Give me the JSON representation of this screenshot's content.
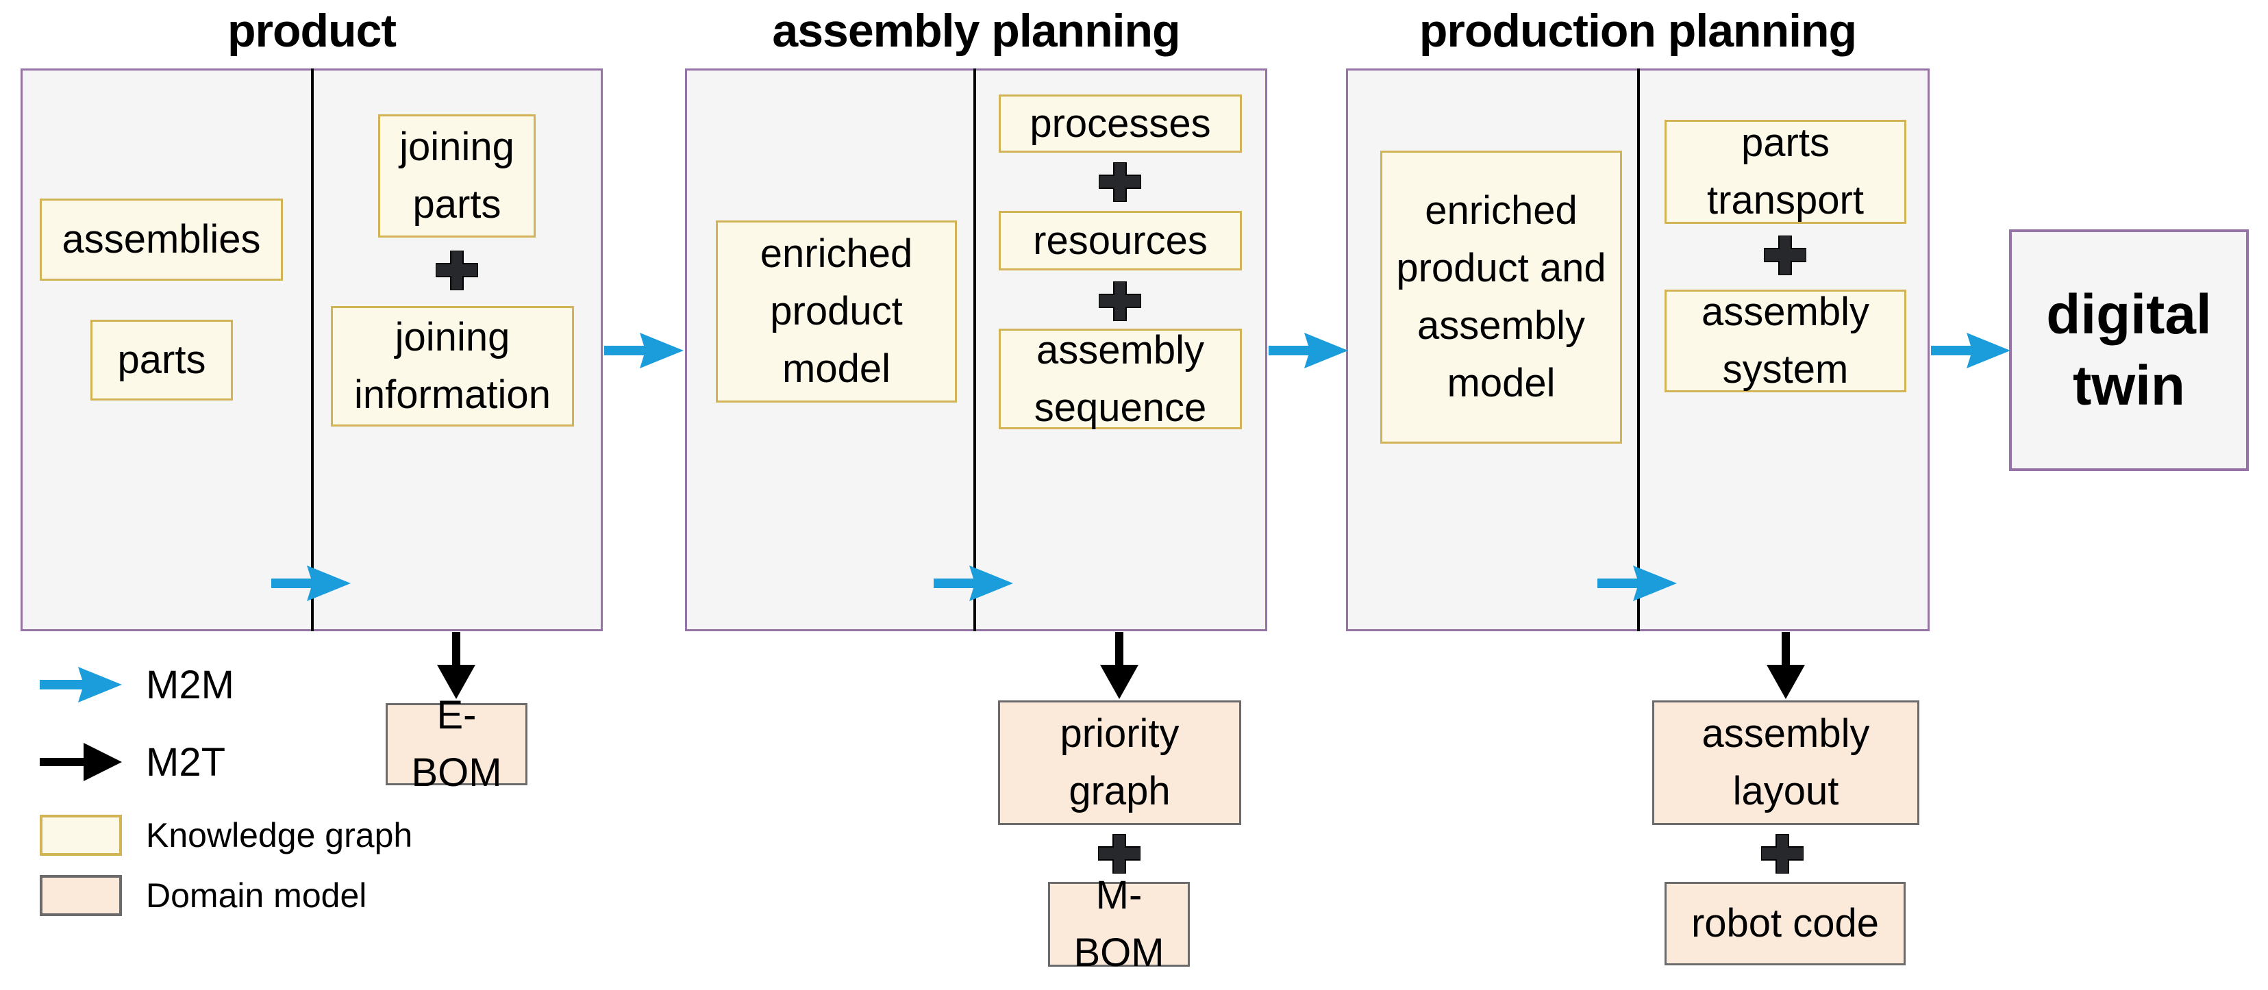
{
  "panels": {
    "product": {
      "title": "product",
      "boxes": {
        "assemblies": "assemblies",
        "parts": "parts",
        "joining_parts": "joining parts",
        "joining_information": "joining information"
      },
      "output": {
        "ebom": "E-BOM"
      }
    },
    "assembly": {
      "title": "assembly planning",
      "boxes": {
        "enriched_product_model": "enriched product model",
        "processes": "processes",
        "resources": "resources",
        "assembly_sequence": "assembly sequence"
      },
      "output": {
        "priority_graph": "priority graph",
        "mbom": "M-BOM"
      }
    },
    "production": {
      "title": "production planning",
      "boxes": {
        "enriched_product_assembly_model": "enriched product and assembly model",
        "parts_transport": "parts transport",
        "assembly_system": "assembly system"
      },
      "output": {
        "assembly_layout": "assembly layout",
        "robot_code": "robot code"
      }
    }
  },
  "digital_twin": {
    "label": "digital twin"
  },
  "legend": {
    "m2m": {
      "label": "M2M"
    },
    "m2t": {
      "label": "M2T"
    },
    "knowledge_graph": {
      "label": "Knowledge graph"
    },
    "domain_model": {
      "label": "Domain model"
    }
  },
  "colors": {
    "m2m_arrow": "#1B9DDC",
    "m2t_arrow": "#000000",
    "panel_border": "#9673A6",
    "panel_fill": "#F5F5F5",
    "knowledge_graph_fill": "#FDF9E8",
    "knowledge_graph_border": "#D2B356",
    "domain_model_fill": "#FBE9DA",
    "domain_model_border": "#6B6B6B",
    "plus_sign": "#26282B"
  }
}
